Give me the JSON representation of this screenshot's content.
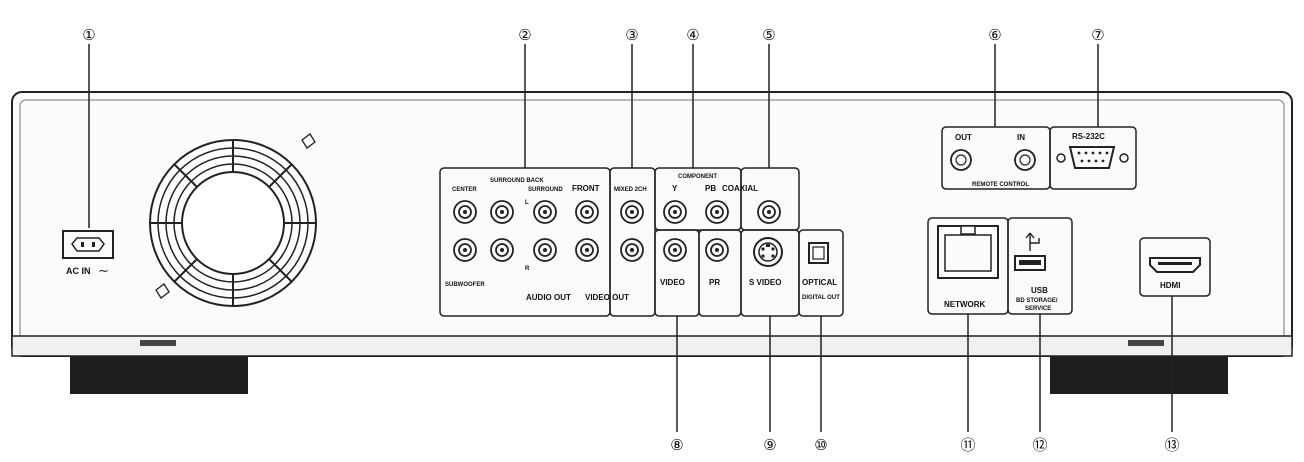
{
  "callouts": [
    "①",
    "②",
    "③",
    "④",
    "⑤",
    "⑥",
    "⑦",
    "⑧",
    "⑨",
    "⑩",
    "⑪",
    "⑫",
    "⑬"
  ],
  "labels": {
    "ac_in": "AC IN",
    "center": "CENTER",
    "surround_back": "SURROUND BACK",
    "surround": "SURROUND",
    "front": "FRONT",
    "mixed_2ch": "MIXED 2CH",
    "component": "COMPONENT",
    "y": "Y",
    "pb": "PB",
    "coaxial": "COAXIAL",
    "subwoofer": "SUBWOOFER",
    "audio_out": "AUDIO OUT",
    "video_out": "VIDEO OUT",
    "video": "VIDEO",
    "pr": "PR",
    "s_video": "S VIDEO",
    "optical": "OPTICAL",
    "digital_out": "DIGITAL OUT",
    "out": "OUT",
    "in": "IN",
    "remote_control": "REMOTE CONTROL",
    "rs232c": "RS-232C",
    "network": "NETWORK",
    "usb": "USB",
    "bd_storage": "BD STORAGE/",
    "service": "SERVICE",
    "hdmi": "HDMI",
    "ch_l": "L",
    "ch_r": "R"
  }
}
